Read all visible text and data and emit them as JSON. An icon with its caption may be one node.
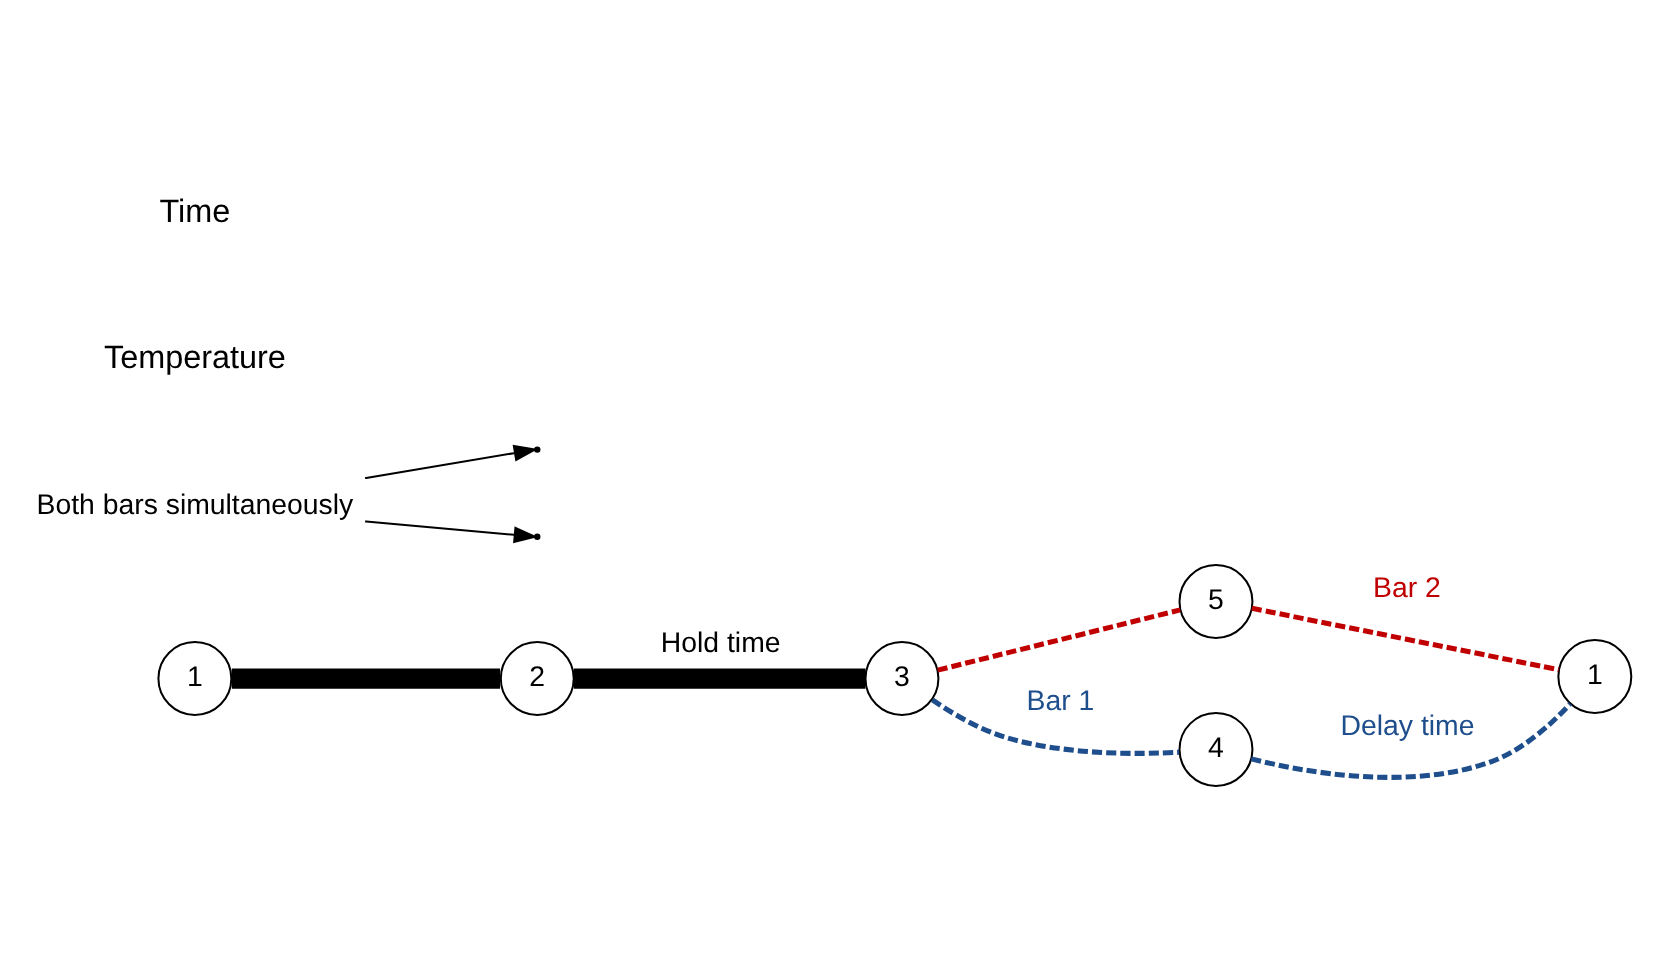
{
  "diagram": {
    "nodes": [
      {
        "text": [
          "1"
        ]
      },
      {
        "text": [
          "2"
        ]
      },
      {
        "text": [
          "3"
        ]
      },
      {
        "text": [
          "5"
        ]
      },
      {
        "text": [
          "4"
        ]
      },
      {
        "text": [
          "1"
        ]
      },
      {
        "text": [
          "Both bars simultaneously"
        ]
      }
    ],
    "edges": [
      {
        "from": 0,
        "to": 1,
        "arrow": "none",
        "style": "thick"
      },
      {
        "from": 1,
        "to": 2,
        "arrow": "none",
        "style": "thick",
        "label": "Hold time"
      },
      {
        "from": 2,
        "to": 3,
        "arrow": "none",
        "style": "dashed",
        "color": "#c00000"
      },
      {
        "from": 3,
        "to": 5,
        "arrow": "none",
        "style": "dashed",
        "color": "#c00000",
        "label": "Bar 2"
      },
      {
        "from": 2,
        "to": 4,
        "arrow": "none",
        "style": "dashed",
        "color": "#1f4e8c",
        "label": "Bar 1"
      },
      {
        "from": 4,
        "to": 5,
        "arrow": "none",
        "style": "dashed",
        "color": "#1f4e8c",
        "label": "Delay time"
      },
      {
        "from": 6,
        "to": null,
        "arrow": "to"
      },
      {
        "from": 6,
        "to": null,
        "arrow": "to"
      }
    ],
    "labels": [
      "Temperature",
      "Time"
    ]
  }
}
